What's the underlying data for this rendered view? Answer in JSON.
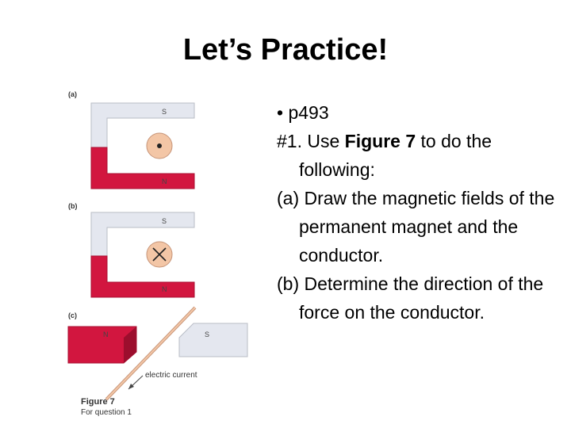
{
  "title": "Let’s Practice!",
  "figure": {
    "panels": [
      {
        "label": "(a)",
        "top_pole": "S",
        "bottom_pole": "N",
        "conductor": "dot"
      },
      {
        "label": "(b)",
        "top_pole": "S",
        "bottom_pole": "N",
        "conductor": "cross"
      },
      {
        "label": "(c)",
        "left_pole": "N",
        "right_pole": "S",
        "arrow_label": "electric current"
      }
    ],
    "caption_title": "Figure 7",
    "caption_sub": "For question 1",
    "colors": {
      "north": "#d2163f",
      "south": "#e4e7ef",
      "conductor": "#f3c6a6"
    }
  },
  "text": {
    "bullet": "• p493",
    "q1_prefix": "#1. Use ",
    "q1_bold": "Figure 7",
    "q1_suffix": " to do the following:",
    "part_a": "(a) Draw the magnetic fields of the permanent magnet and the conductor.",
    "part_b": "(b) Determine the direction of the force on the conductor."
  }
}
